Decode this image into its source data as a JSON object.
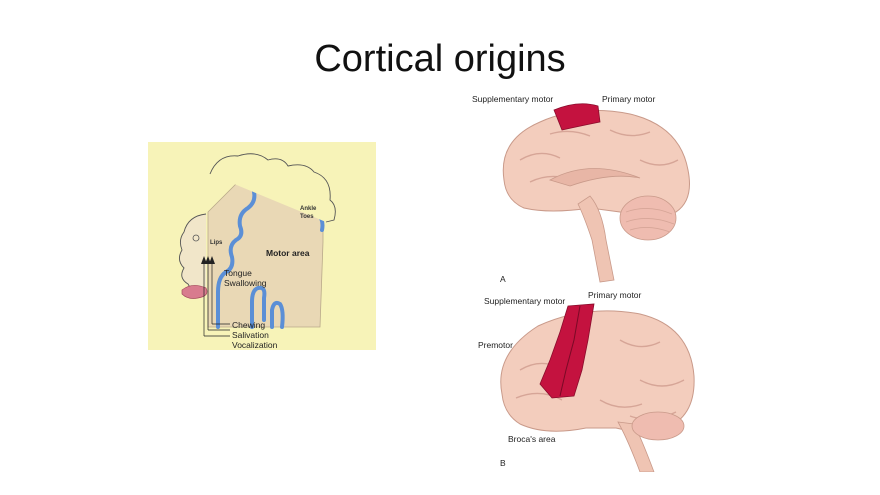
{
  "slide": {
    "title": "Cortical origins"
  },
  "homunculus": {
    "motor_area": "Motor area",
    "tongue": "Tongue",
    "swallowing": "Swallowing",
    "chewing": "Chewing",
    "salivation": "Salivation",
    "vocalization": "Vocalization",
    "lips": "Lips",
    "ankle": "Ankle",
    "toes": "Toes"
  },
  "brain_a": {
    "supplementary_motor": "Supplementary motor",
    "primary_motor": "Primary motor",
    "letter": "A"
  },
  "brain_b": {
    "supplementary_motor": "Supplementary motor",
    "primary_motor": "Primary motor",
    "premotor": "Premotor",
    "brocas_area": "Broca's area",
    "letter": "B"
  },
  "colors": {
    "panel_bg": "#f7f3b8",
    "cortex_blue": "#5b8fd6",
    "brain_tissue": "#f3cdbd",
    "motor_red": "#c4123f"
  }
}
